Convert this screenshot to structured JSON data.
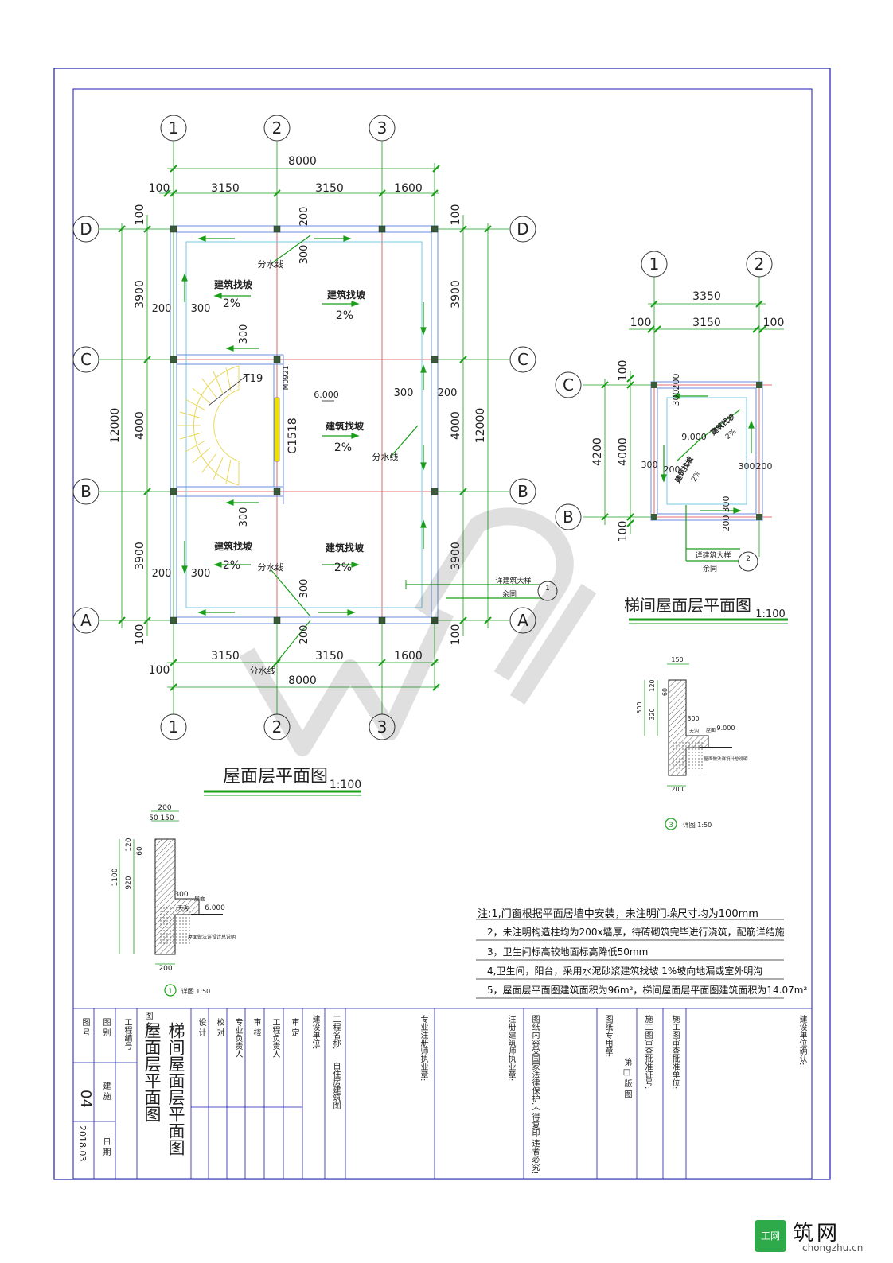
{
  "roof_plan": {
    "title": "屋面层平面图",
    "scale": "1:100",
    "axes_x": [
      "1",
      "2",
      "3"
    ],
    "axes_y": [
      "D",
      "C",
      "B",
      "A"
    ],
    "dims_top_total": "8000",
    "dims_top": [
      "100",
      "3150",
      "3150",
      "1600"
    ],
    "dims_bottom_total": "8000",
    "dims_bottom": [
      "100",
      "3150",
      "3150",
      "1600"
    ],
    "dims_left_total": "12000",
    "dims_left": [
      "100",
      "3900",
      "4000",
      "3900",
      "100"
    ],
    "dims_right_total": "12000",
    "dims_right": [
      "100",
      "3900",
      "4000",
      "3900",
      "100"
    ],
    "slope_label": "建筑找坡",
    "slope_value": "2%",
    "ridge_label": "分水线",
    "elevation": "6.000",
    "stair_label": "T19",
    "door_label": "M0921",
    "window_label": "C1518",
    "small_dims": [
      "200",
      "300",
      "300",
      "200",
      "300",
      "300",
      "200",
      "300",
      "200",
      "300",
      "200",
      "300"
    ],
    "detail_ref_label": "详建筑大样",
    "detail_ref_sub": "余同",
    "detail_ref_num": "1"
  },
  "stair_roof": {
    "title": "梯间屋面层平面图",
    "scale": "1:100",
    "axes_x": [
      "1",
      "2"
    ],
    "axes_y": [
      "C",
      "B"
    ],
    "dims_top_total": "3350",
    "dims_top": [
      "100",
      "3150",
      "100"
    ],
    "dims_left_total": "4200",
    "dims_left": [
      "100",
      "4000",
      "100"
    ],
    "elevation": "9.000",
    "slope_label": "建筑找坡",
    "slope_value": "2%",
    "small_dims": [
      "200",
      "300",
      "300",
      "200",
      "300",
      "200",
      "300",
      "200"
    ],
    "detail_ref_label": "详建筑大样",
    "detail_ref_sub": "余同",
    "detail_ref_num": "2"
  },
  "detail1": {
    "title": "详图 1:50",
    "num": "1",
    "dims": [
      "200",
      "50",
      "150",
      "120",
      "60",
      "1100",
      "920",
      "300",
      "200"
    ],
    "elev": "6.000",
    "tag1": "屋面",
    "tag2": "天沟",
    "note": "屋面做法详设计总说明"
  },
  "detail3": {
    "title": "详图 1:50",
    "num": "3",
    "dims": [
      "150",
      "120",
      "60",
      "500",
      "320",
      "300",
      "200"
    ],
    "elev": "9.000",
    "tag1": "屋面",
    "tag2": "天沟",
    "note": "屋面做法详设计总说明"
  },
  "notes": [
    "注:1,门窗根据平面居墙中安装，未注明门垛尺寸均为100mm",
    "2，未注明构造柱均为200x墙厚，待砖砌筑完毕进行浇筑，配筋详结施",
    "3，卫生间标高较地面标高降低50mm",
    "4,卫生间，阳台，采用水泥砂浆建筑找坡 1%坡向地漏或室外明沟",
    "5，屋面层平面图建筑面积为96m²，梯间屋面层平面图建筑面积为14.07m²"
  ],
  "title_block": {
    "drawing_name_1": "屋面层平面图",
    "drawing_name_2": "梯间屋面层平面图",
    "drawing_no": "04",
    "date": "2018.03",
    "discipline": "建 施",
    "row_labels": [
      "图 号",
      "图 别",
      "工程编号"
    ],
    "col_labels": [
      "图 名:",
      "设 计",
      "校 对",
      "专业负责人",
      "审 核",
      "工程负责人",
      "审 定",
      "建设单位:",
      "工程名称:"
    ],
    "project_name": "自住房建筑图",
    "stamp1": "专业注册师执业章:",
    "stamp2": "注册建筑师执业章:",
    "warning": "图纸内容受国家法律保护,不得复印 违者必究!",
    "company": "图纸专用章:",
    "company_tag": "第 □ 版 图",
    "approval1": "施工图审查批准证号:",
    "approval2": "施工图审查批准单位:",
    "corner": "建设单位确认:"
  },
  "brand": {
    "logo": "工网",
    "name": "筑网",
    "url": "chongzhu.cn"
  }
}
